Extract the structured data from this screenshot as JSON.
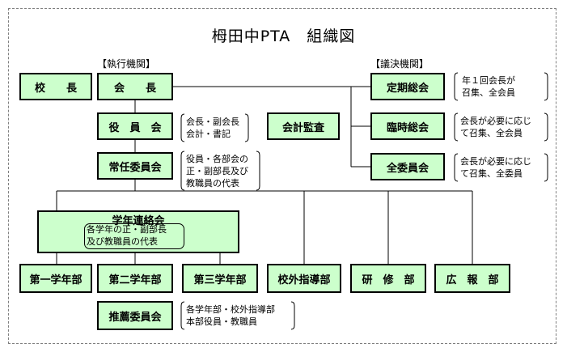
{
  "title": "栂田中PTA　組織図",
  "sections": {
    "executive": "【執行機関】",
    "decision": "【議決機関】"
  },
  "boxes": {
    "principal": "校　　長",
    "chair": "会　　長",
    "officers": "役　員　会",
    "audit": "会計監査",
    "standing": "常任委員会",
    "general": "定期総会",
    "extraordinary": "臨時総会",
    "all_committee": "全委員会",
    "grade_liaison": "学年連絡会",
    "grade1": "第一学年部",
    "grade2": "第二学年部",
    "grade3": "第三学年部",
    "outside_guidance": "校外指導部",
    "training": "研　修　部",
    "pr": "広　報　部",
    "nomination": "推薦委員会"
  },
  "notes": {
    "officers": "会長・副会長\n会計・書記",
    "standing": "役員・各部会の\n正・副部長及び\n教職員の代表",
    "general": "年１回会長が\n召集、全会員",
    "extraordinary": "会長が必要に応じ\nて召集、全会員",
    "all_committee": "会長が必要に応じ\nて召集、全委員",
    "grade_liaison": "各学年の正・副部長\n及び教職員の代表",
    "nomination": "各学年部・校外指導部\n本部役員・教職員"
  },
  "colors": {
    "box_fill": "#ccffcc",
    "border": "#000000",
    "frame": "#7f7f7f"
  }
}
